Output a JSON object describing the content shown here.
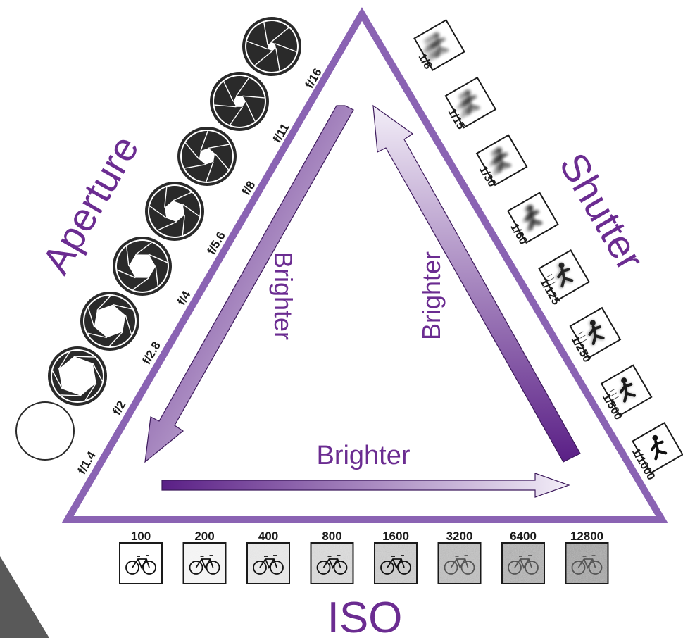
{
  "labels": {
    "aperture": "Aperture",
    "shutter": "Shutter",
    "iso": "ISO",
    "brighter_left": "Brighter",
    "brighter_right": "Brighter",
    "brighter_bottom": "Brighter"
  },
  "aperture": {
    "stops": [
      {
        "label": "f/1.4",
        "open": 1.0
      },
      {
        "label": "f/2",
        "open": 0.86
      },
      {
        "label": "f/2.8",
        "open": 0.72
      },
      {
        "label": "f/4",
        "open": 0.58
      },
      {
        "label": "f/5.6",
        "open": 0.46
      },
      {
        "label": "f/8",
        "open": 0.36
      },
      {
        "label": "f/11",
        "open": 0.27
      },
      {
        "label": "f/16",
        "open": 0.19
      }
    ]
  },
  "shutter": {
    "speeds": [
      {
        "label": "1/8",
        "blur": 1.0
      },
      {
        "label": "1/15",
        "blur": 0.85
      },
      {
        "label": "1/30",
        "blur": 0.68
      },
      {
        "label": "1/60",
        "blur": 0.5
      },
      {
        "label": "1/125",
        "blur": 0.3
      },
      {
        "label": "1/250",
        "blur": 0.18
      },
      {
        "label": "1/500",
        "blur": 0.1
      },
      {
        "label": "1/1000",
        "blur": 0.0
      }
    ]
  },
  "iso": {
    "values": [
      {
        "label": "100",
        "noise": 0.0
      },
      {
        "label": "200",
        "noise": 0.1
      },
      {
        "label": "400",
        "noise": 0.22
      },
      {
        "label": "800",
        "noise": 0.36
      },
      {
        "label": "1600",
        "noise": 0.5
      },
      {
        "label": "3200",
        "noise": 0.64
      },
      {
        "label": "6400",
        "noise": 0.78
      },
      {
        "label": "12800",
        "noise": 0.92
      }
    ]
  },
  "colors": {
    "accent": "#6b2c91",
    "triangle": "#8a63b3",
    "arrow_dark": "#5a1f86",
    "arrow_light": "#f3eef8",
    "ink": "#1a1a1a",
    "iris": "#2a2a2a",
    "corner_shape": "#555555"
  }
}
